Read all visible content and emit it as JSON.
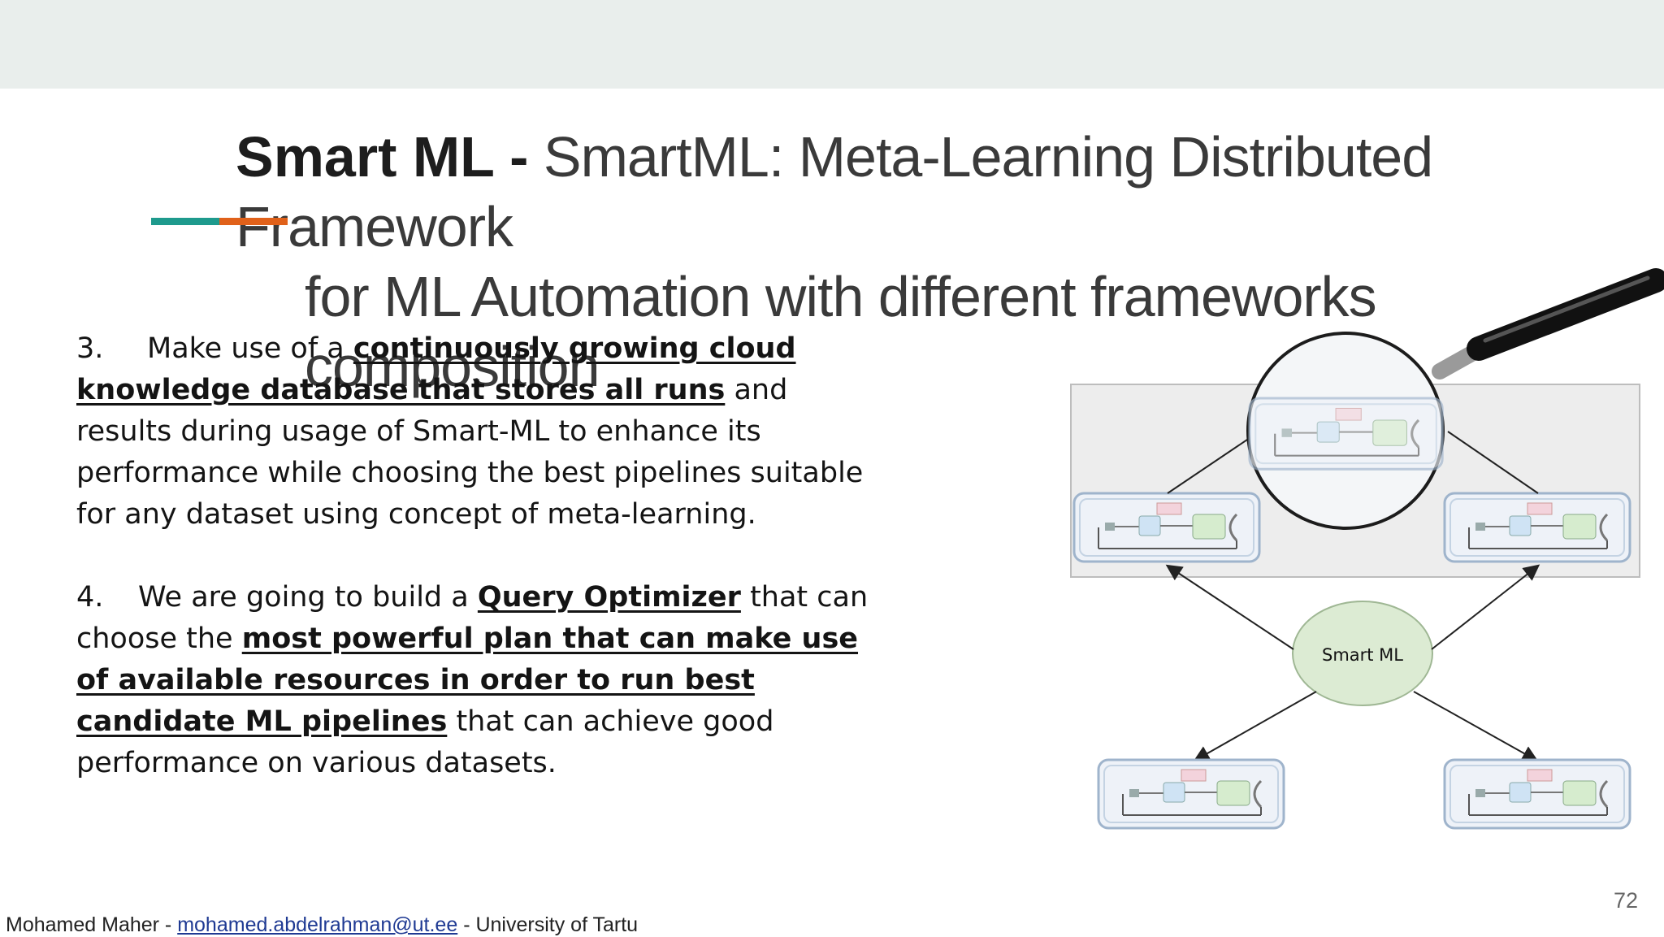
{
  "slide": {
    "title_bold": "Smart ML -",
    "title_line1": "SmartML: Meta-Learning Distributed Framework",
    "title_line2": "for ML Automation with different frameworks composition",
    "item3": {
      "number": "3.",
      "pre": "Make use of a",
      "emph": "continuously growing cloud knowledge database that stores all runs",
      "post": "and results during usage of Smart-ML to enhance its performance while choosing the best pipelines suitable for any dataset using concept of meta-learning."
    },
    "item4": {
      "number": "4.",
      "pre": "We are going to build a",
      "emph1": "Query Optimizer",
      "mid": "that can choose the",
      "emph2": "most powerful plan that can make use of available resources in order to run best candidate ML pipelines",
      "post": "that can achieve good performance on various datasets."
    },
    "diagram": {
      "center_label": "Smart ML"
    },
    "page_number": "72"
  },
  "footer": {
    "author": "Mohamed Maher -",
    "email": "mohamed.abdelrahman@ut.ee",
    "affiliation": "- University of Tartu"
  },
  "colors": {
    "accent_teal": "#1e9a8d",
    "accent_orange": "#e0611a",
    "band": "#e9eeec",
    "node_green": "#dcebd3"
  }
}
